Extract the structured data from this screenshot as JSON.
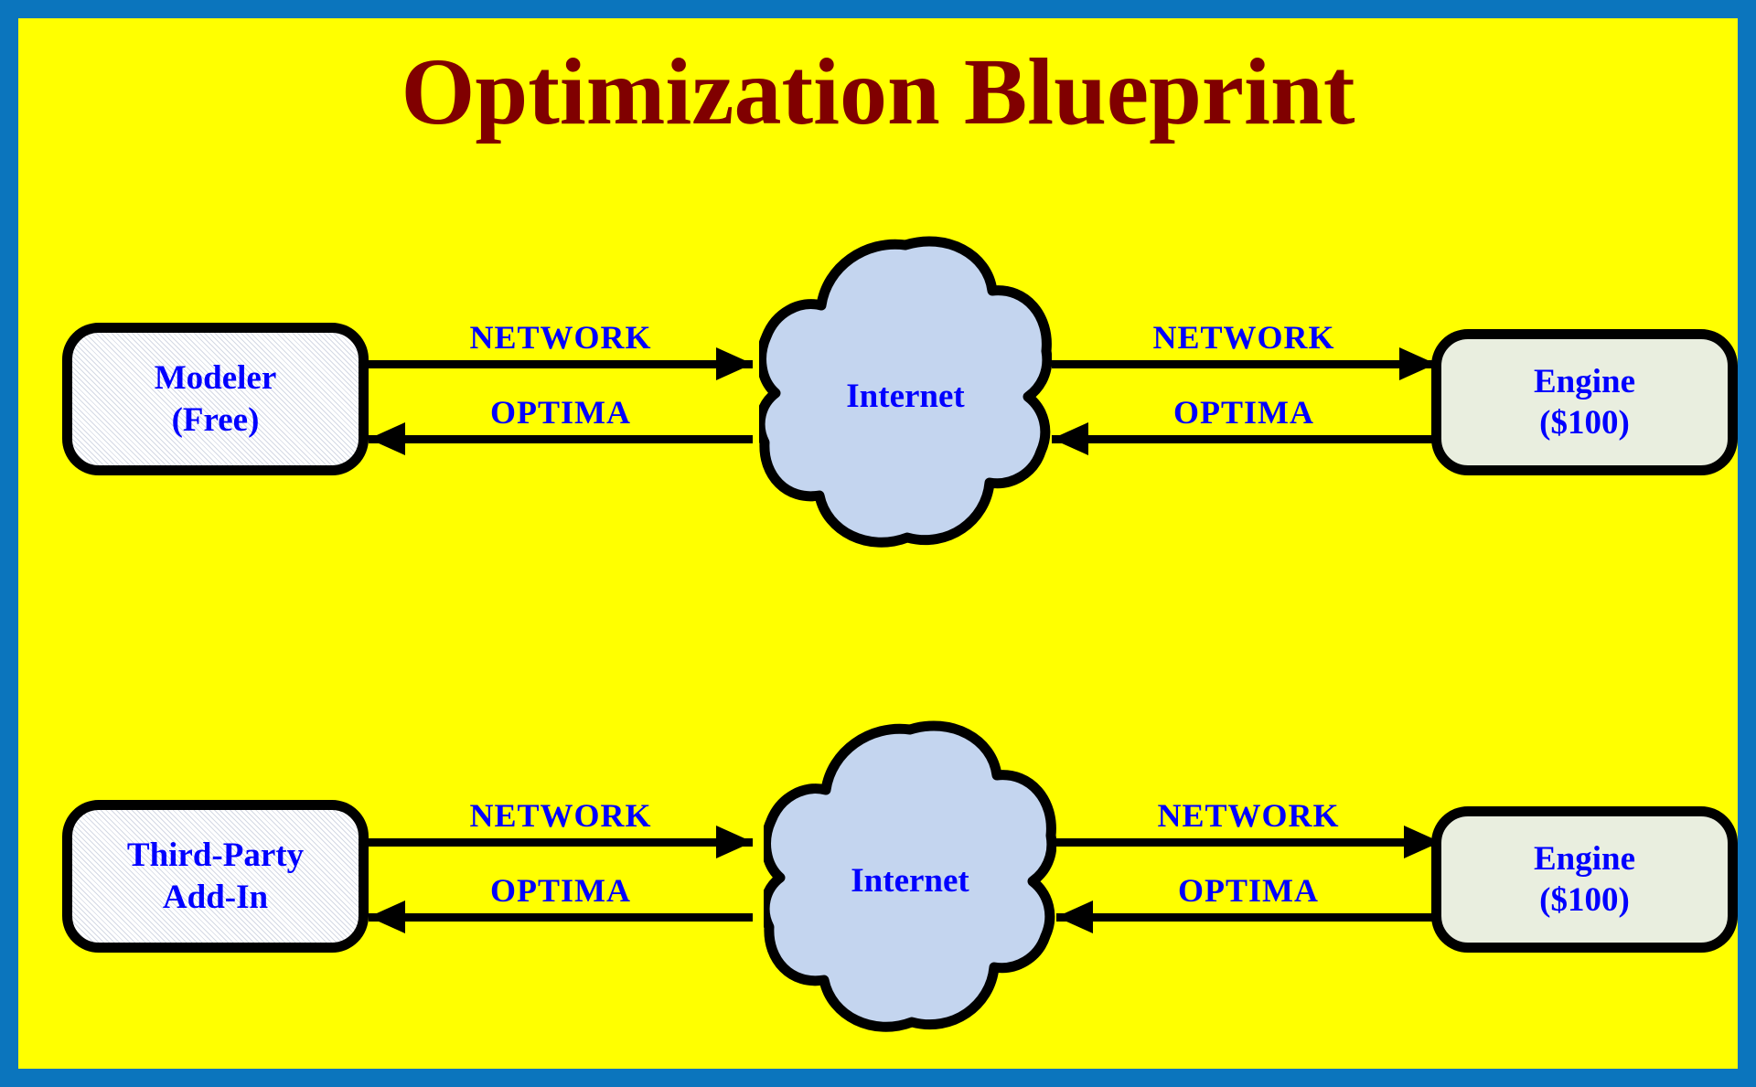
{
  "page": {
    "title": "Optimization Blueprint",
    "frame_color": "#0b75bd",
    "canvas_color": "#ffff00",
    "title_color": "#800000",
    "node_text_color": "#0000ff",
    "cloud_fill": "#c4d5ef",
    "server_fill": "#e9eedf",
    "client_fill": "#ffffff"
  },
  "rows": [
    {
      "id": "row-top",
      "client": {
        "line1": "Modeler",
        "line2": "(Free)"
      },
      "cloud": {
        "label": "Internet"
      },
      "server": {
        "line1": "Engine",
        "line2": "($100)"
      },
      "links": {
        "client_to_cloud": "NETWORK",
        "cloud_to_client": "OPTIMA",
        "cloud_to_server": "NETWORK",
        "server_to_cloud": "OPTIMA"
      }
    },
    {
      "id": "row-bottom",
      "client": {
        "line1": "Third-Party",
        "line2": "Add-In"
      },
      "cloud": {
        "label": "Internet"
      },
      "server": {
        "line1": "Engine",
        "line2": "($100)"
      },
      "links": {
        "client_to_cloud": "NETWORK",
        "cloud_to_client": "OPTIMA",
        "cloud_to_server": "NETWORK",
        "server_to_cloud": "OPTIMA"
      }
    }
  ]
}
